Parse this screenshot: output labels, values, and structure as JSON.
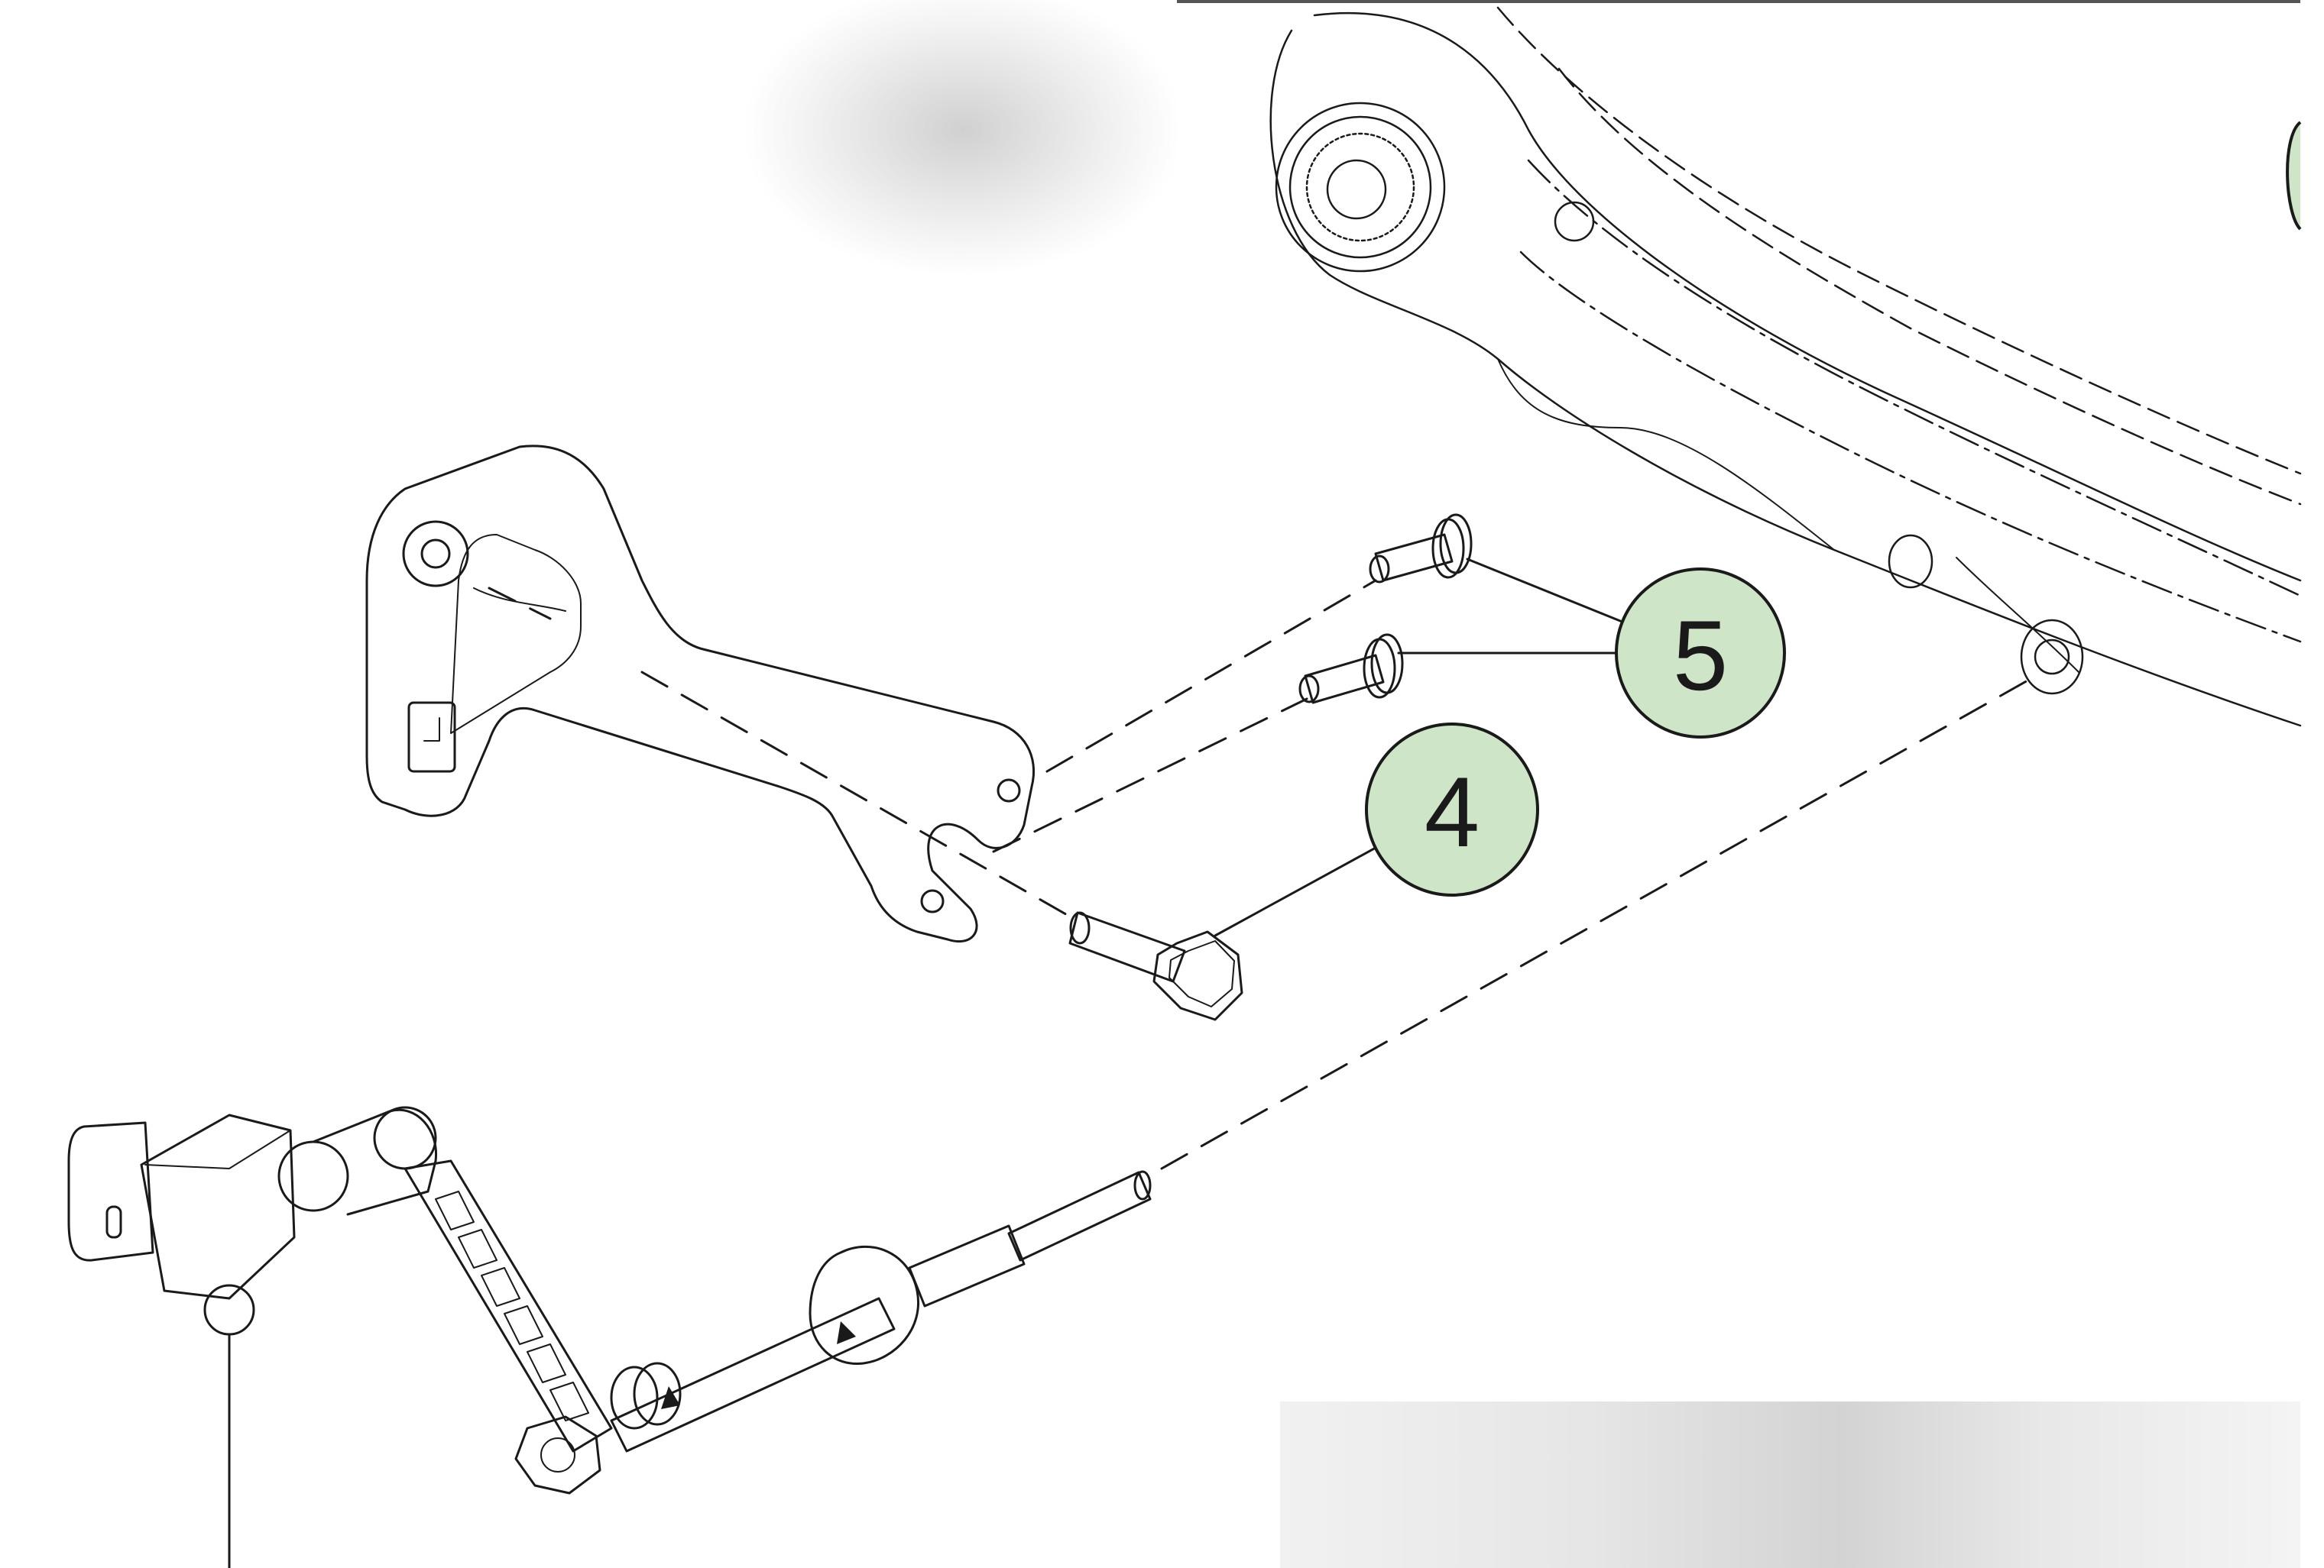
{
  "callouts": [
    {
      "id": "callout-4",
      "label": "4",
      "fill": "#cfe5c7"
    },
    {
      "id": "callout-5",
      "label": "5",
      "fill": "#cfe5c7"
    }
  ],
  "colors": {
    "line": "#1a1a1a",
    "callout_fill": "#cfe5c7",
    "background": "#ffffff"
  },
  "parts": [
    "mounting-bracket",
    "suspension-arm",
    "bolt-4",
    "screw-5a",
    "screw-5b",
    "level-sensor"
  ]
}
